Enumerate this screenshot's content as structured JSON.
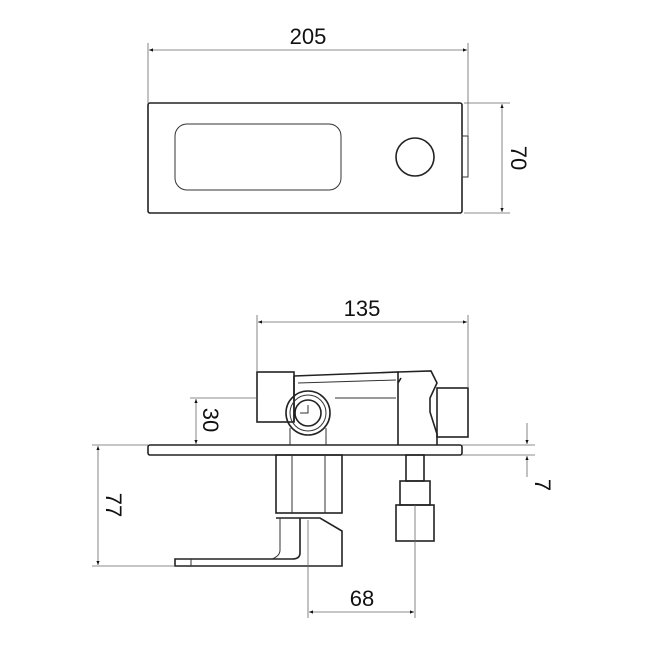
{
  "dimensions": {
    "top_width": "205",
    "top_height": "70",
    "side_depth": "135",
    "pipe_offset": "30",
    "plate_thickness": "7",
    "projection": "77",
    "knob_offset": "68"
  }
}
